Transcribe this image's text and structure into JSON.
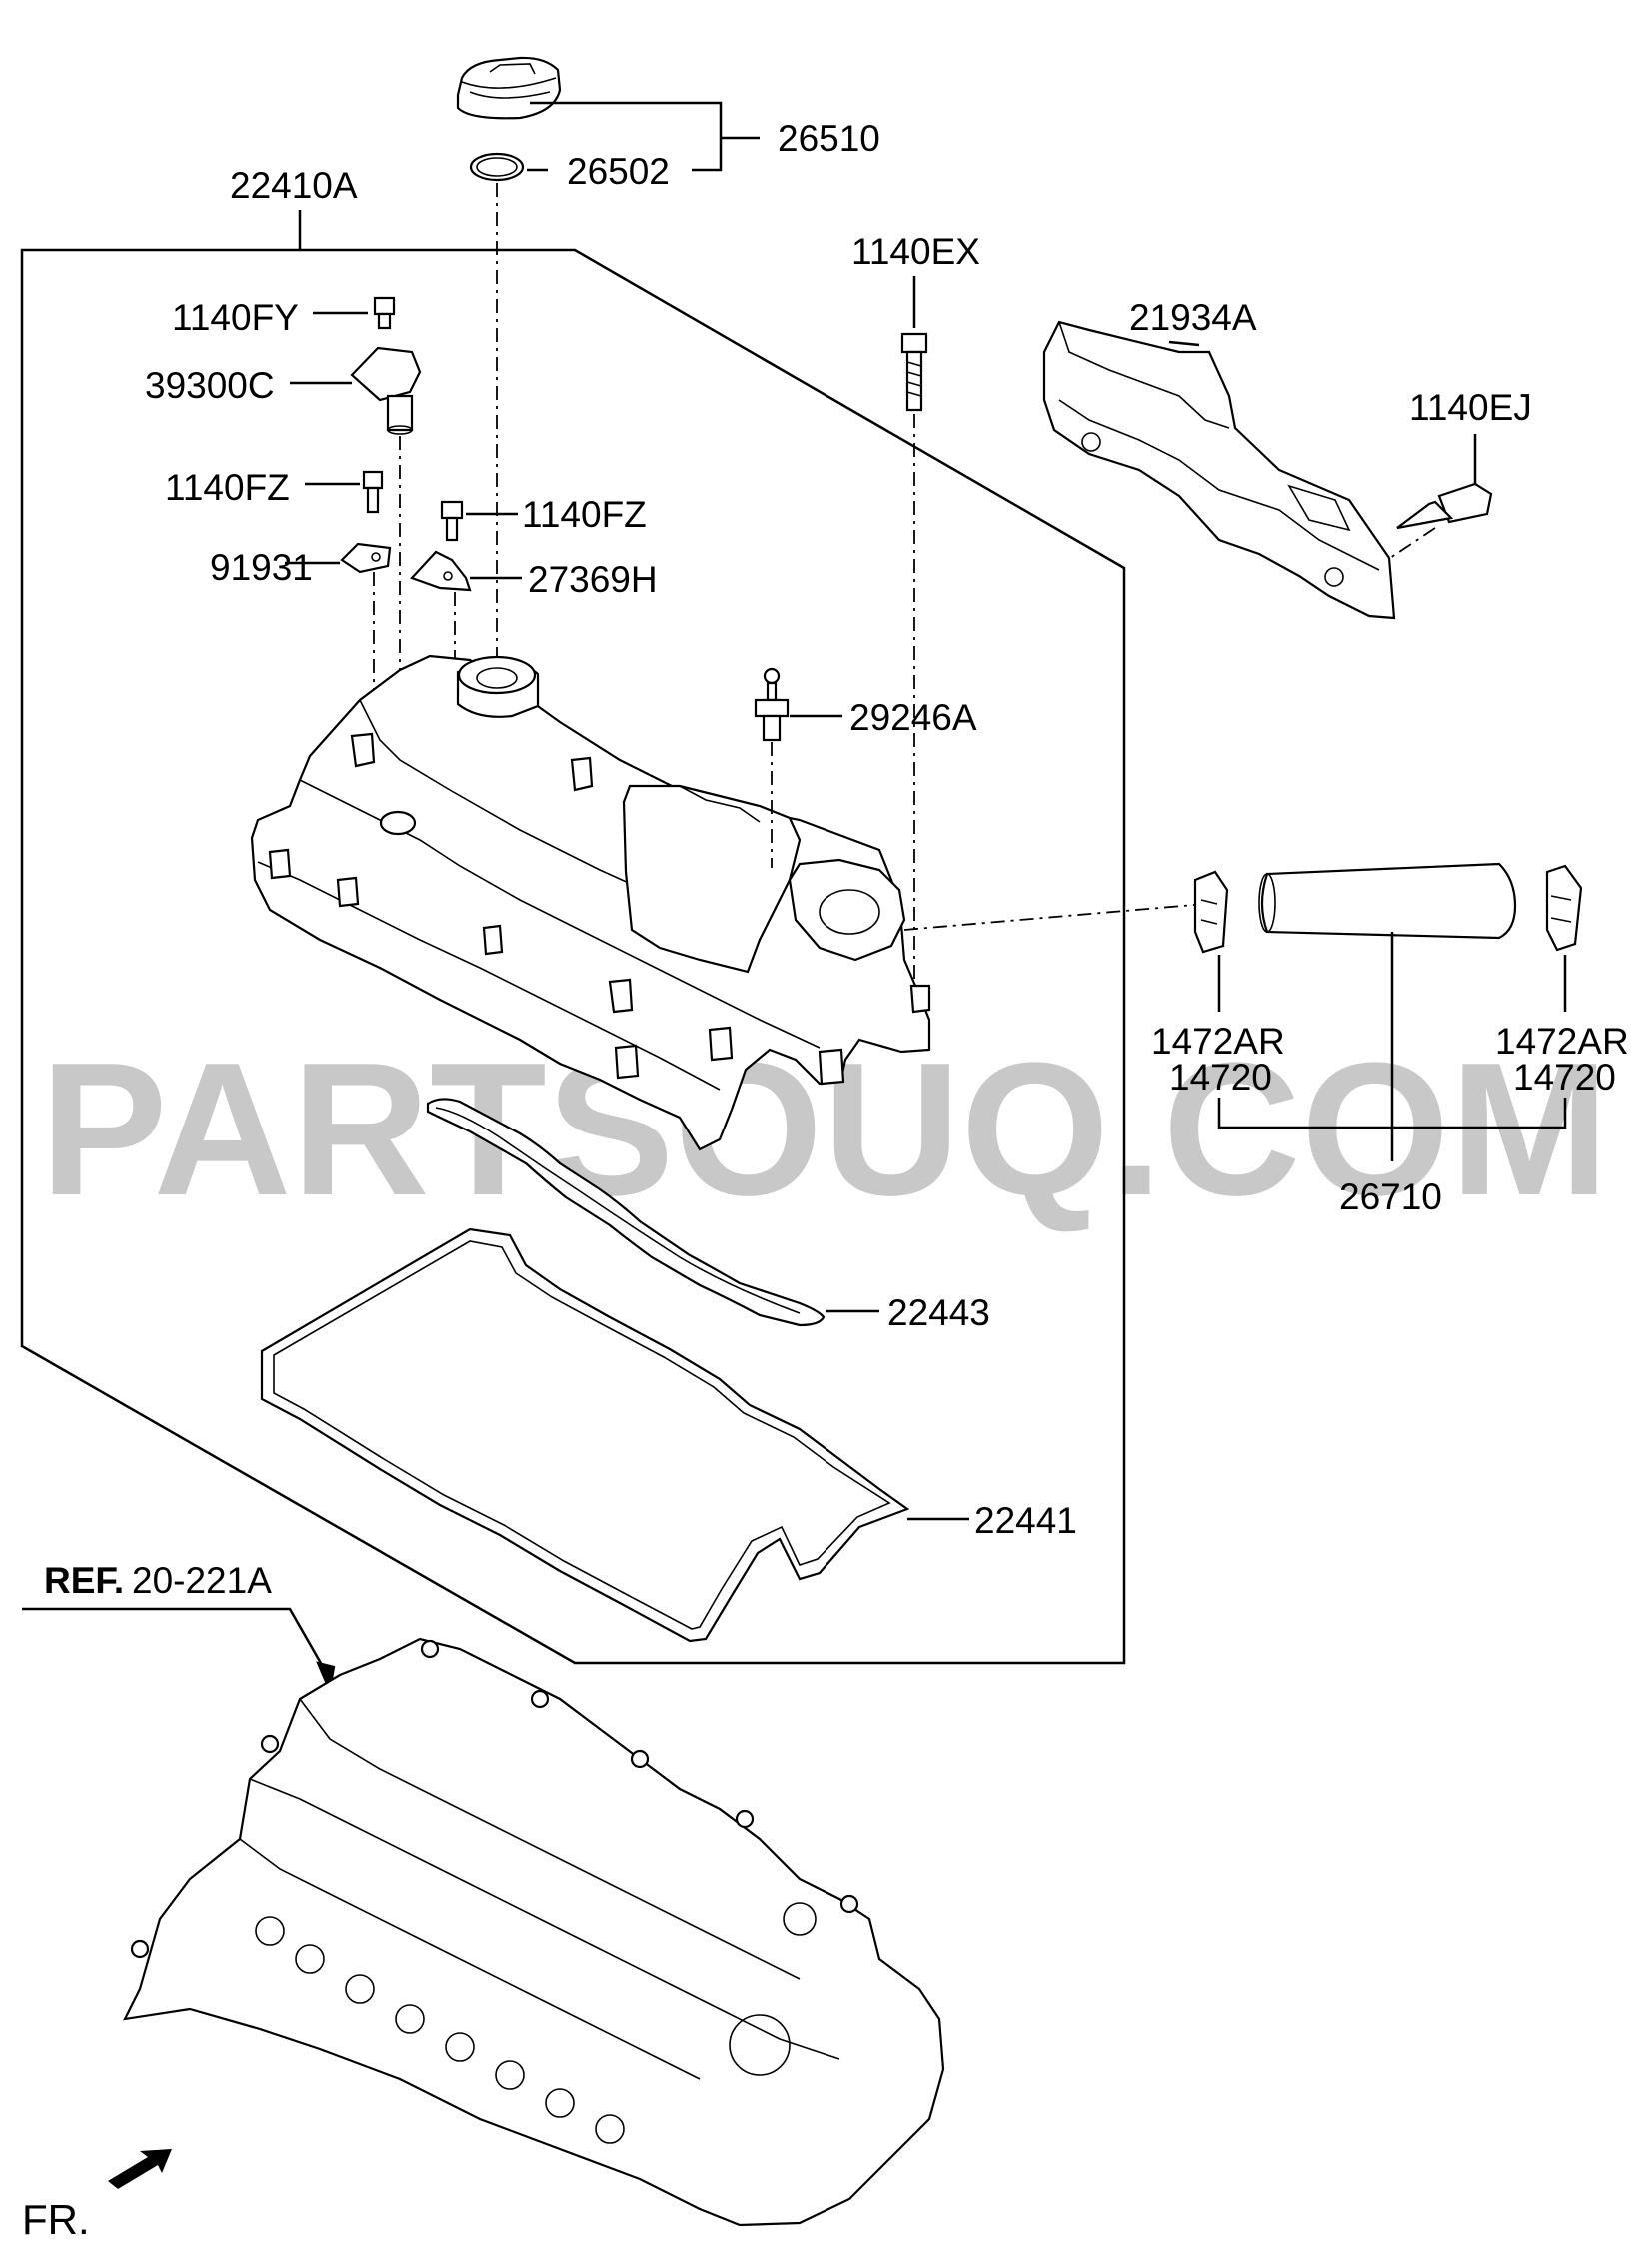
{
  "watermark": "PARTSOUQ.COM",
  "labels": {
    "p26510": "26510",
    "p26502": "26502",
    "p22410A": "22410A",
    "p1140EX": "1140EX",
    "p1140FY": "1140FY",
    "p39300C": "39300C",
    "p1140FZ_a": "1140FZ",
    "p1140FZ_b": "1140FZ",
    "p91931": "91931",
    "p27369H": "27369H",
    "p21934A": "21934A",
    "p1140EJ": "1140EJ",
    "p29246A": "29246A",
    "p1472AR_l": "1472AR",
    "p14720_l": "14720",
    "p1472AR_r": "1472AR",
    "p14720_r": "14720",
    "p26710": "26710",
    "p22443": "22443",
    "p22441": "22441",
    "ref_prefix": "REF.",
    "ref_code": "20-221A",
    "front": "FR."
  }
}
